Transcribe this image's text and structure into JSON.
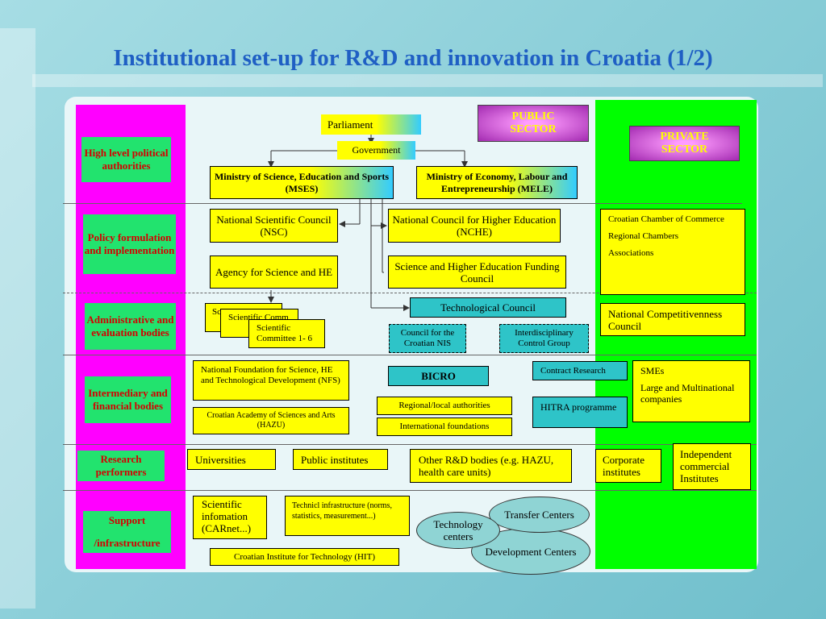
{
  "title": "Institutional set-up for R&D and innovation in Croatia (1/2)",
  "sectors": {
    "public": "PUBLIC SECTOR",
    "private": "PRIVATE SECTOR"
  },
  "levels": {
    "high": "High level political authorities",
    "policy": "Policy formulation and implementation",
    "admin": "Administrative and evaluation bodies",
    "intermediary": "Intermediary and financial bodies",
    "research": "Research performers",
    "support_1": "Support",
    "support_2": "/infrastructure"
  },
  "nodes": {
    "parliament": "Parliament",
    "government": "Government",
    "mses": "Ministry of Science, Education and Sports (MSES)",
    "mele": "Ministry of Economy, Labour and Entrepreneurship (MELE)",
    "nsc": "National Scientific Council (NSC)",
    "nche": "National Council  for Higher Education (NCHE)",
    "agency": "Agency for Science and HE",
    "funding": "Science and Higher Education Funding Council",
    "sc_back1": "Sc Co",
    "sc_back2": "Scientific Comm",
    "sc_front": "Scientific Committee 1- 6",
    "tech_council": "Technological Council",
    "council_nis": "Council for the Croatian NIS",
    "interdisc": "Interdisciplinary Control Group",
    "chamber_1": "Croatian Chamber of Commerce",
    "chamber_2": "Regional Chambers",
    "chamber_3": "Associations",
    "ncc": "National Competitivenness Council",
    "nfs": "National Foundation for Science, HE and Technological Development (NFS)",
    "hazu": "Croatian Academy of Sciences and Arts (HAZU)",
    "bicro": "BICRO",
    "regional": "Regional/local authorities",
    "intl": "International foundations",
    "contract": "Contract Research",
    "hitra": "HITRA programme",
    "sme_1": "SMEs",
    "sme_2": "Large and Multinational companies",
    "universities": "Universities",
    "public_inst": "Public institutes",
    "other_rd": "Other R&D bodies (e.g. HAZU, health care units)",
    "corporate": "Corporate institutes",
    "independent": "Independent commercial Institutes",
    "sci_info": "Scientific infomation (CARnet...)",
    "tech_infra": "Technicl infrastructure (norms, statistics, measurement...)",
    "tech_centers": "Technology centers",
    "transfer": "Transfer Centers",
    "development": "Development Centers",
    "hit": "Croatian Institute for Technology (HIT)"
  },
  "colors": {
    "title": "#1f5fc4",
    "label_fill": "#22e36e",
    "label_text": "#d40000",
    "left_column": "#ff00ff",
    "right_column": "#00ff00",
    "box_yellow": "#ffff00",
    "box_cyan": "#2ec4c8"
  }
}
